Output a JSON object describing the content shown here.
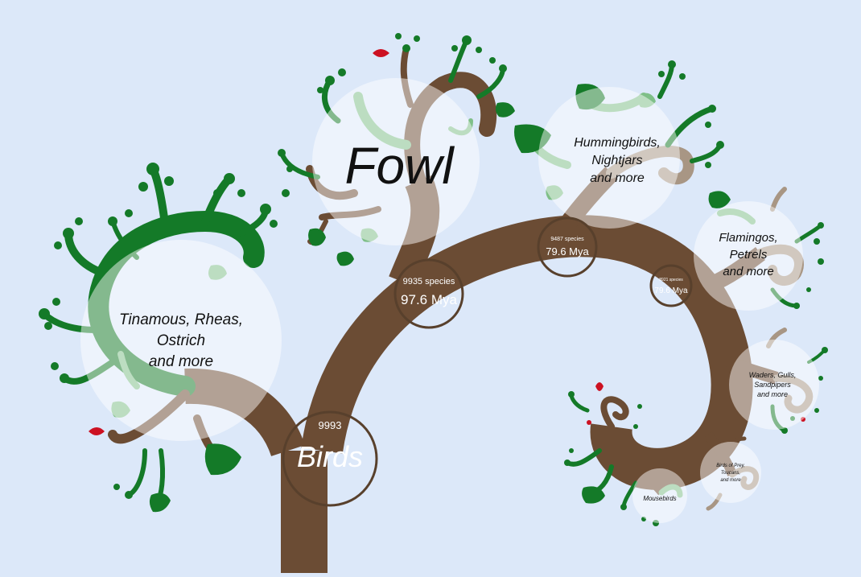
{
  "colors": {
    "background": "#dce8f9",
    "trunk": "#6b4c34",
    "leaf": "#147a28",
    "leaf_light": "#7fbf88",
    "fruit": "#cc1122",
    "bubble": "#ffffff"
  },
  "root": {
    "count": "9993",
    "name": "Birds"
  },
  "nodes": [
    {
      "id": "n1",
      "species": "9935 species",
      "age": "97.6 Mya"
    },
    {
      "id": "n2",
      "species": "9487 species",
      "age": "79.6 Mya"
    },
    {
      "id": "n3",
      "species": "8921 species",
      "age": "79.6 Mya"
    }
  ],
  "clades": [
    {
      "id": "fowl",
      "lines": [
        "Fowl"
      ]
    },
    {
      "id": "paleognaths",
      "lines": [
        "Tinamous, Rheas,",
        "Ostrich",
        "and more"
      ]
    },
    {
      "id": "hummingbirds",
      "lines": [
        "Hummingbirds,",
        "Nightjars",
        "and more"
      ]
    },
    {
      "id": "flamingos",
      "lines": [
        "Flamingos,",
        "Petrels",
        "and more"
      ]
    },
    {
      "id": "waders",
      "lines": [
        "Waders, Gulls,",
        "Sandpipers",
        "and more"
      ]
    },
    {
      "id": "birds-of-prey",
      "lines": [
        "Birds of Prey,",
        "Toucans,",
        "and more"
      ]
    },
    {
      "id": "mousebirds",
      "lines": [
        "Mousebirds"
      ]
    }
  ]
}
